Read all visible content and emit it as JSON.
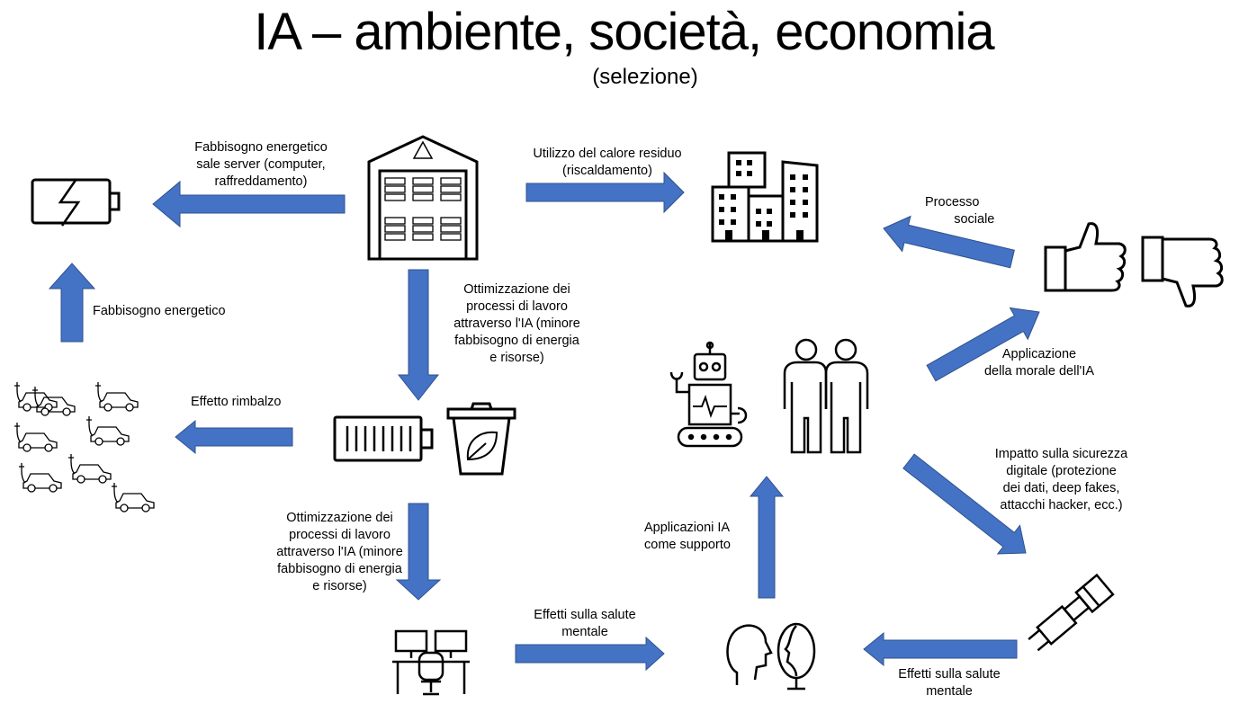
{
  "title": "IA – ambiente, società, economia",
  "subtitle": "(selezione)",
  "labels": {
    "server_energy": "Fabbisogno energetico\nsale server (computer,\nraffreddamento)",
    "residual_heat": "Utilizzo del calore residuo\n(riscaldamento)",
    "social_process": "Processo\n        sociale",
    "energy_need": "Fabbisogno energetico",
    "optimization_1": "Ottimizzazione dei\nprocessi di lavoro\nattraverso l'IA (minore\nfabbisogno di energia\ne risorse)",
    "rebound": "Effetto rimbalzo",
    "ai_morals": "Applicazione\ndella morale dell'IA",
    "digital_security": "Impatto sulla sicurezza\ndigitale (protezione\ndei dati, deep fakes,\nattacchi hacker, ecc.)",
    "optimization_2": "Ottimizzazione dei\nprocessi di lavoro\nattraverso l'IA (minore\nfabbisogno di energia\ne risorse)",
    "ai_support": "Applicazioni IA\ncome supporto",
    "mental_health_1": "Effetti sulla salute\nmentale",
    "mental_health_2": "Effetti sulla salute\nmentale"
  },
  "icons": [
    "battery-charging-icon",
    "server-room-icon",
    "buildings-icon",
    "thumbs-up-icon",
    "thumbs-down-icon",
    "electric-cars-icon",
    "battery-icon",
    "compost-bin-icon",
    "robot-icon",
    "people-icon",
    "workstation-icon",
    "heads-icon",
    "seatbelt-icon"
  ],
  "colors": {
    "arrow_fill": "#4472C4",
    "arrow_stroke": "#2F528F"
  }
}
